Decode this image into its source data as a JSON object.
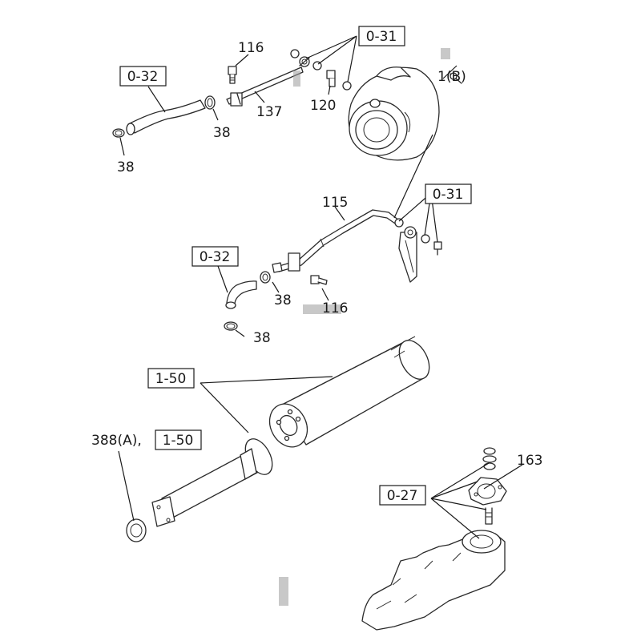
{
  "labels": {
    "p116_top": "116",
    "p137": "137",
    "p120": "120",
    "p1b": "1(B)",
    "p38_a": "38",
    "p38_b": "38",
    "p115": "115",
    "p38_c": "38",
    "p116_mid": "116",
    "p38_d": "38",
    "p388": "388(A),",
    "p163": "163"
  },
  "refs": {
    "r031_top": "0-31",
    "r032_top": "0-32",
    "r031_mid": "0-31",
    "r032_mid": "0-32",
    "r150_top": "1-50",
    "r150_bottom": "1-50",
    "r027": "0-27"
  }
}
